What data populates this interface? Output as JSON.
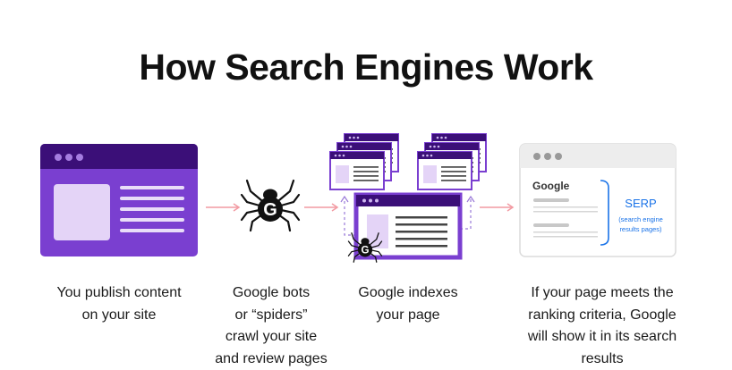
{
  "title": "How Search Engines Work",
  "colors": {
    "purple": "#7a3fd0",
    "purple_dark": "#3b0f78",
    "lavender": "#e4d4f7",
    "arrow": "#f29aa2",
    "serp_blue": "#1a73e8"
  },
  "steps": [
    {
      "icon": "browser-window-icon",
      "lines": [
        "You publish content",
        "on your site"
      ]
    },
    {
      "icon": "spider-icon",
      "badge": "G",
      "lines": [
        "Google bots",
        "or “spiders”",
        "crawl your site",
        "and review pages"
      ]
    },
    {
      "icon": "index-windows-icon",
      "lines": [
        "Google indexes",
        "your page"
      ]
    },
    {
      "icon": "serp-window-icon",
      "lines": [
        "If your page meets the",
        "ranking criteria, Google",
        "will show it in its search",
        "results"
      ]
    }
  ],
  "serp": {
    "logo": "Google",
    "label": "SERP",
    "sublabel_1": "(search engine",
    "sublabel_2": "results pages)"
  }
}
